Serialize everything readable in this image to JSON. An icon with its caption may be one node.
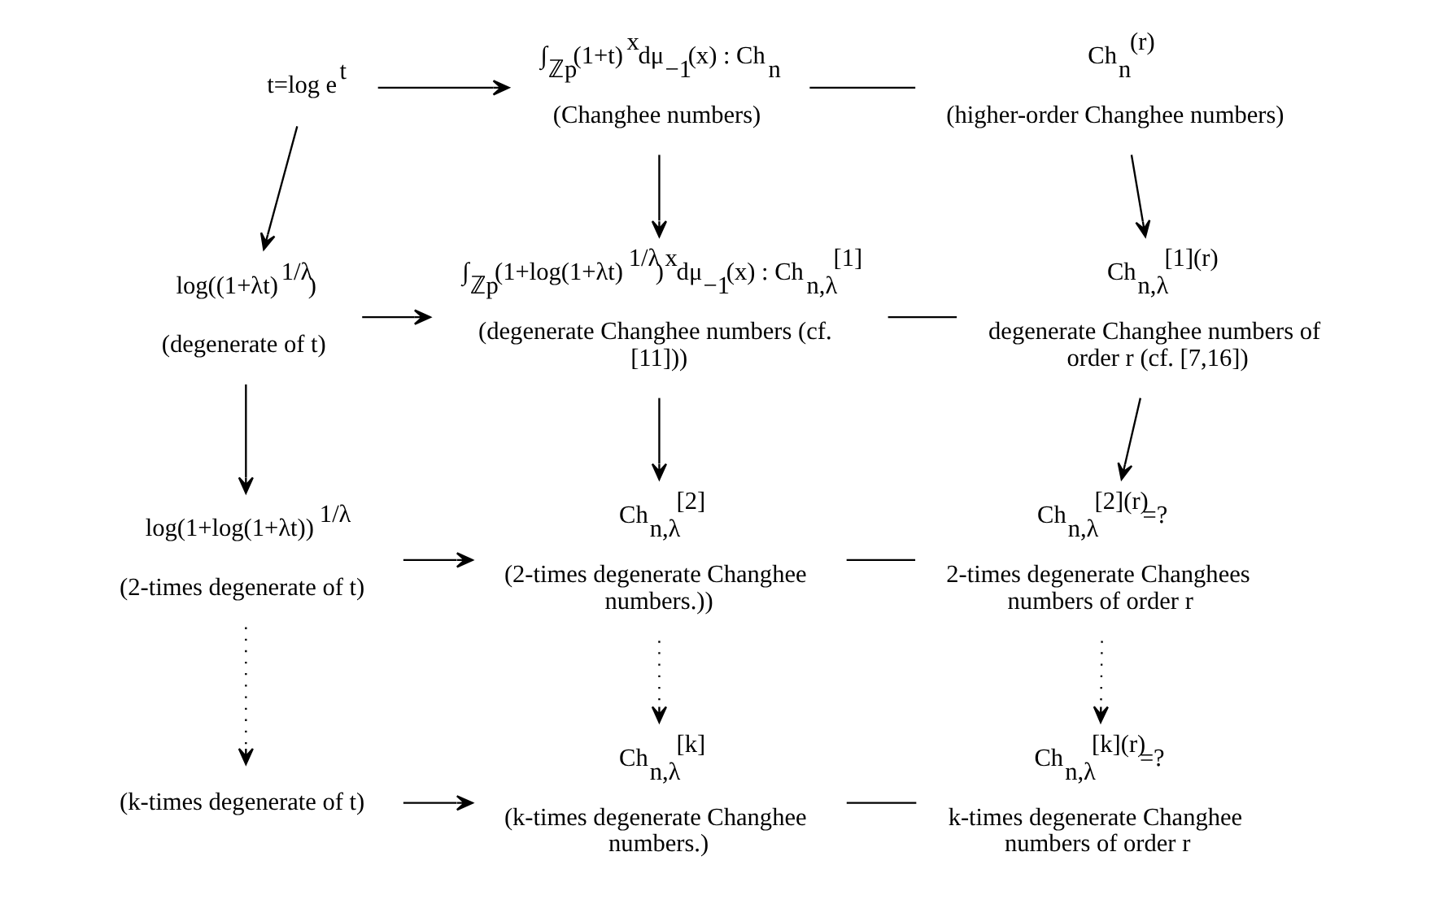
{
  "diagram": {
    "nodes": [
      {
        "text": [
          "t=log e$^{t}$"
        ]
      },
      {
        "text": [
          "∫$_{ℤp}$(1+t)$^{x}$dμ$_{−1}$(x) : Ch$_{n}$",
          "(Changhee numbers)"
        ]
      },
      {
        "text": [
          "Ch$_{n}$$^{(r)}$",
          "(higher-order Changhee numbers)"
        ]
      },
      {
        "text": [
          "log((1+λt)$^{1/λ}$)",
          "(degenerate of t)"
        ]
      },
      {
        "text": [
          "∫$_{ℤp}$(1+log(1+λt)$^{1/λ}$)$^{x}$dμ$_{−1}$(x) : Ch$_{n,λ}$$^{[1]}$",
          "(degenerate Changhee numbers (cf. [11]))"
        ]
      },
      {
        "text": [
          "Ch$_{n,λ}$$^{[1](r)}$",
          "degenerate Changhee numbers of order r (cf. [7,16])"
        ]
      },
      {
        "text": [
          "log(1+log(1+λt))$^{1/λ}$",
          "(2-times degenerate of t)"
        ]
      },
      {
        "text": [
          "Ch$_{n,λ}$$^{[2]}$",
          "(2-times degenerate Changhee numbers.))"
        ]
      },
      {
        "text": [
          "Ch$_{n,λ}$$^{[2](r)}$=?",
          "2-times degenerate Changhees numbers of order r"
        ]
      },
      {
        "text": [
          "(k-times degenerate of t)"
        ]
      },
      {
        "text": [
          "Ch$_{n,λ}$$^{[k]}$",
          "(k-times degenerate Changhee numbers.)"
        ]
      },
      {
        "text": [
          "Ch$_{n,λ}$$^{[k](r)}$=?",
          "k-times degenerate Changhee numbers of order r"
        ]
      }
    ],
    "edges": [
      {
        "from": 0,
        "to": 1,
        "arrow": "to"
      },
      {
        "from": 1,
        "to": 2,
        "arrow": "none"
      },
      {
        "from": 3,
        "to": 4,
        "arrow": "to"
      },
      {
        "from": 4,
        "to": 5,
        "arrow": "none"
      },
      {
        "from": 6,
        "to": 7,
        "arrow": "to"
      },
      {
        "from": 7,
        "to": 8,
        "arrow": "none"
      },
      {
        "from": 9,
        "to": 10,
        "arrow": "to"
      },
      {
        "from": 10,
        "to": 11,
        "arrow": "none"
      },
      {
        "from": 0,
        "to": 3,
        "arrow": "to"
      },
      {
        "from": 3,
        "to": 6,
        "arrow": "to"
      },
      {
        "from": 6,
        "to": 9,
        "arrow": "to",
        "style": "dashed"
      },
      {
        "from": 1,
        "to": 4,
        "arrow": "to"
      },
      {
        "from": 4,
        "to": 7,
        "arrow": "to"
      },
      {
        "from": 7,
        "to": 10,
        "arrow": "to",
        "style": "dashed"
      },
      {
        "from": 2,
        "to": 5,
        "arrow": "to"
      },
      {
        "from": 5,
        "to": 8,
        "arrow": "to"
      },
      {
        "from": 8,
        "to": 11,
        "arrow": "to",
        "style": "dashed"
      }
    ]
  }
}
